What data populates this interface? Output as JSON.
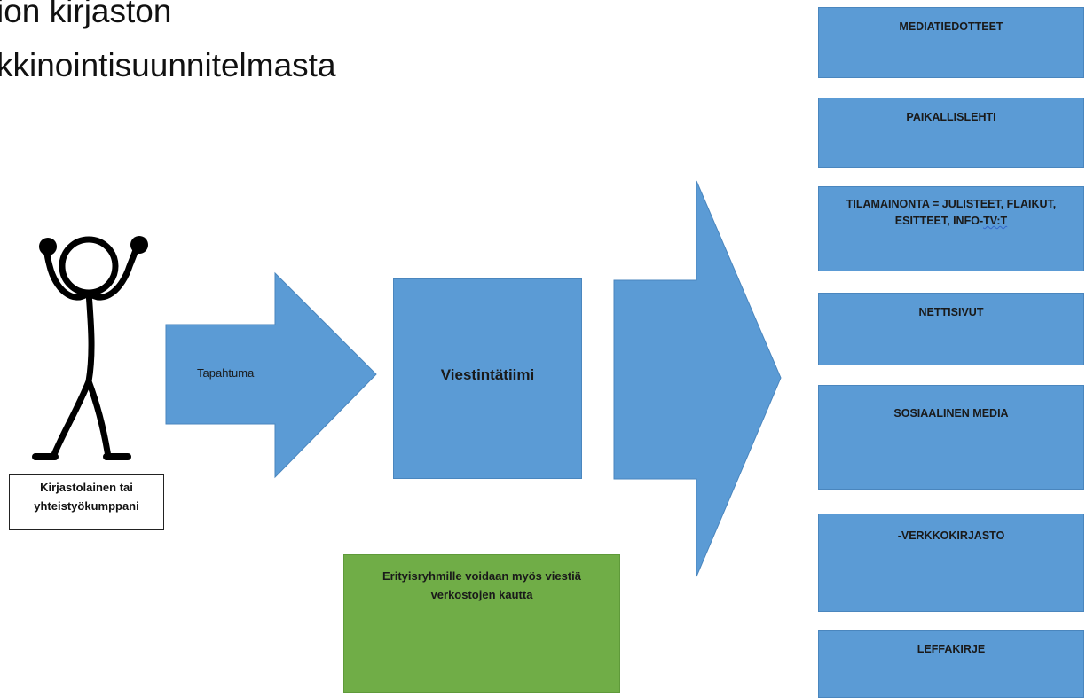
{
  "title": {
    "line1": "ion kirjaston",
    "line2": "kkinointisuunnitelmasta"
  },
  "person_caption": {
    "line1": "Kirjastolainen tai",
    "line2": "yhteistyökumppani"
  },
  "arrow1_label": "Tapahtuma",
  "team_box_label": "Viestintätiimi",
  "note_box": {
    "line1": "Erityisryhmille voidaan myös viestiä",
    "line2": "verkostojen kautta"
  },
  "channels": [
    {
      "line1": "MEDIATIEDOTTEET"
    },
    {
      "line1": "PAIKALLISLEHTI"
    },
    {
      "line1": "TILAMAINONTA = JULISTEET, FLAIKUT,",
      "line2a": "ESITTEET, INFO-",
      "line2b": "TV:T"
    },
    {
      "line1": "NETTISIVUT"
    },
    {
      "line1": "SOSIAALINEN MEDIA"
    },
    {
      "line1": "-VERKKOKIRJASTO"
    },
    {
      "line1": "LEFFAKIRJE"
    }
  ],
  "colors": {
    "box_blue": "#5b9bd5",
    "note_green": "#70ad47"
  },
  "icons": {
    "person": "stick-figure-arms-raised"
  }
}
